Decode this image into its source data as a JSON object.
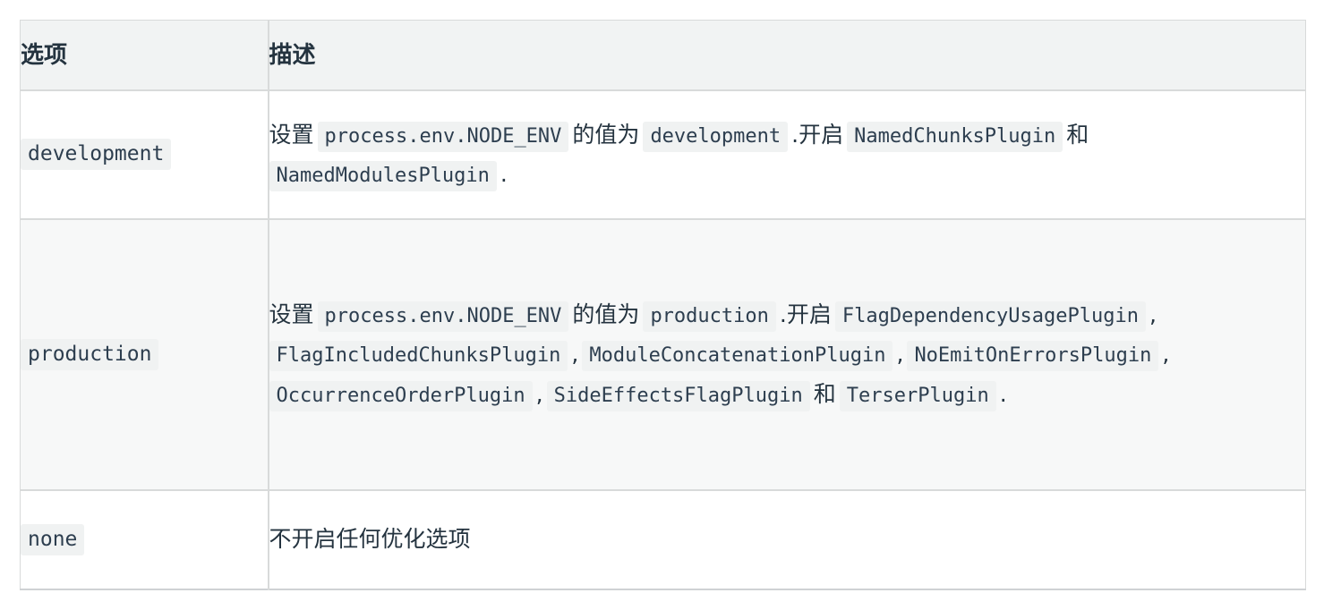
{
  "table": {
    "headers": {
      "option": "选项",
      "description": "描述"
    },
    "rows": [
      {
        "option": "development",
        "striped": false,
        "description_plain": "设置 process.env.NODE_ENV 的值为 development . 开启 NamedChunksPlugin 和 NamedModulesPlugin .",
        "parts": {
          "lead": "设置",
          "env_var": "process.env.NODE_ENV",
          "mid": "的值为",
          "value": "development",
          "period1": ".",
          "enable": "开启",
          "plugin1": "NamedChunksPlugin",
          "conj": "和",
          "plugin2": "NamedModulesPlugin",
          "period2": "."
        }
      },
      {
        "option": "production",
        "striped": true,
        "description_plain": "设置 process.env.NODE_ENV 的值为 production . 开启 FlagDependencyUsagePlugin , FlagIncludedChunksPlugin , ModuleConcatenationPlugin , NoEmitOnErrorsPlugin , OccurrenceOrderPlugin , SideEffectsFlagPlugin 和 TerserPlugin .",
        "parts": {
          "lead": "设置",
          "env_var": "process.env.NODE_ENV",
          "mid": "的值为",
          "value": "production",
          "period1": ".",
          "enable": "开启",
          "plugin1": "FlagDependencyUsagePlugin",
          "comma1": ",",
          "plugin2": "FlagIncludedChunksPlugin",
          "comma2": ",",
          "plugin3": "ModuleConcatenationPlugin",
          "comma3": ",",
          "plugin4": "NoEmitOnErrorsPlugin",
          "comma4": ",",
          "plugin5": "OccurrenceOrderPlugin",
          "comma5": ",",
          "plugin6": "SideEffectsFlagPlugin",
          "conj": "和",
          "plugin7": "TerserPlugin",
          "period2": "."
        }
      },
      {
        "option": "none",
        "striped": false,
        "description_plain": "不开启任何优化选项",
        "parts": {
          "text": "不开启任何优化选项"
        }
      }
    ]
  },
  "colors": {
    "header_background": "#f1f3f3",
    "striped_row_background": "#f7f8f8",
    "plain_row_background": "#ffffff",
    "border": "#d8dada",
    "chip_background": "#f0f2f2",
    "text": "#24333f",
    "chip_text": "#2d3e4f"
  }
}
